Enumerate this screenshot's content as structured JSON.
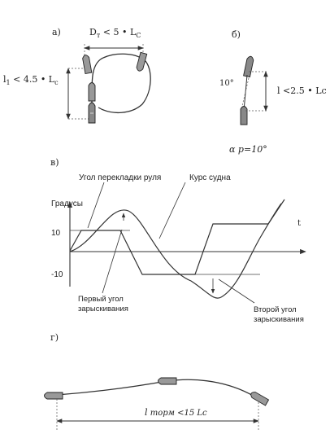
{
  "panels": {
    "a": {
      "label": "а)",
      "diameter_label": "D",
      "diameter_sub": "т",
      "diameter_rel": " < 5 • L",
      "diameter_rel_sub": "C",
      "length_label": "l",
      "length_sub": "1",
      "length_rel": " < 4.5 • L",
      "length_rel_sub": "c"
    },
    "b": {
      "label": "б)",
      "angle_label": "10°",
      "length_rel": "l <2.5 • Lc",
      "rudder_sym": "α",
      "rudder_rest": " p=10°"
    },
    "c": {
      "label": "в)",
      "rudder_angle_label": "Угол перекладки руля",
      "heading_label": "Курс судна",
      "yaxis_label": "Градусы",
      "xaxis_label": "t",
      "tick_pos": "10",
      "tick_neg": "-10",
      "overshoot1_line1": "Первый угол",
      "overshoot1_line2": "зарыскивания",
      "overshoot2_line1": "Второй угол",
      "overshoot2_line2": "зарыскивания"
    },
    "d": {
      "label": "г)",
      "stop_sym": "l",
      "stop_rest": " торм <15 Lc"
    }
  }
}
